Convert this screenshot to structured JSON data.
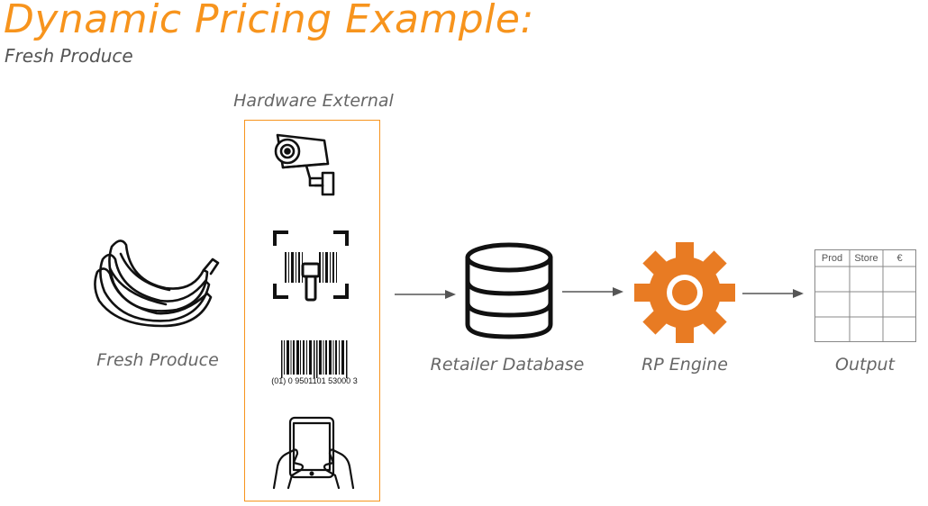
{
  "title": "Dynamic Pricing Example:",
  "subtitle": "Fresh Produce",
  "hardware": {
    "caption": "Hardware External",
    "items": [
      "security-camera-icon",
      "barcode-scanner-icon",
      "barcode-icon",
      "tablet-icon"
    ],
    "barcode_digits": "(01) 0 9501101 53000 3"
  },
  "nodes": {
    "produce": {
      "label": "Fresh Produce",
      "icon": "bananas-icon"
    },
    "database": {
      "label": "Retailer Database",
      "icon": "database-icon"
    },
    "engine": {
      "label": "RP Engine",
      "icon": "gear-icon"
    },
    "output": {
      "label": "Output",
      "icon": "table-icon"
    }
  },
  "output_table": {
    "headers": [
      "Prod",
      "Store",
      "€"
    ]
  },
  "colors": {
    "accent": "#f7941d",
    "gear": "#e87b23",
    "text": "#666666",
    "arrow": "#555555"
  }
}
